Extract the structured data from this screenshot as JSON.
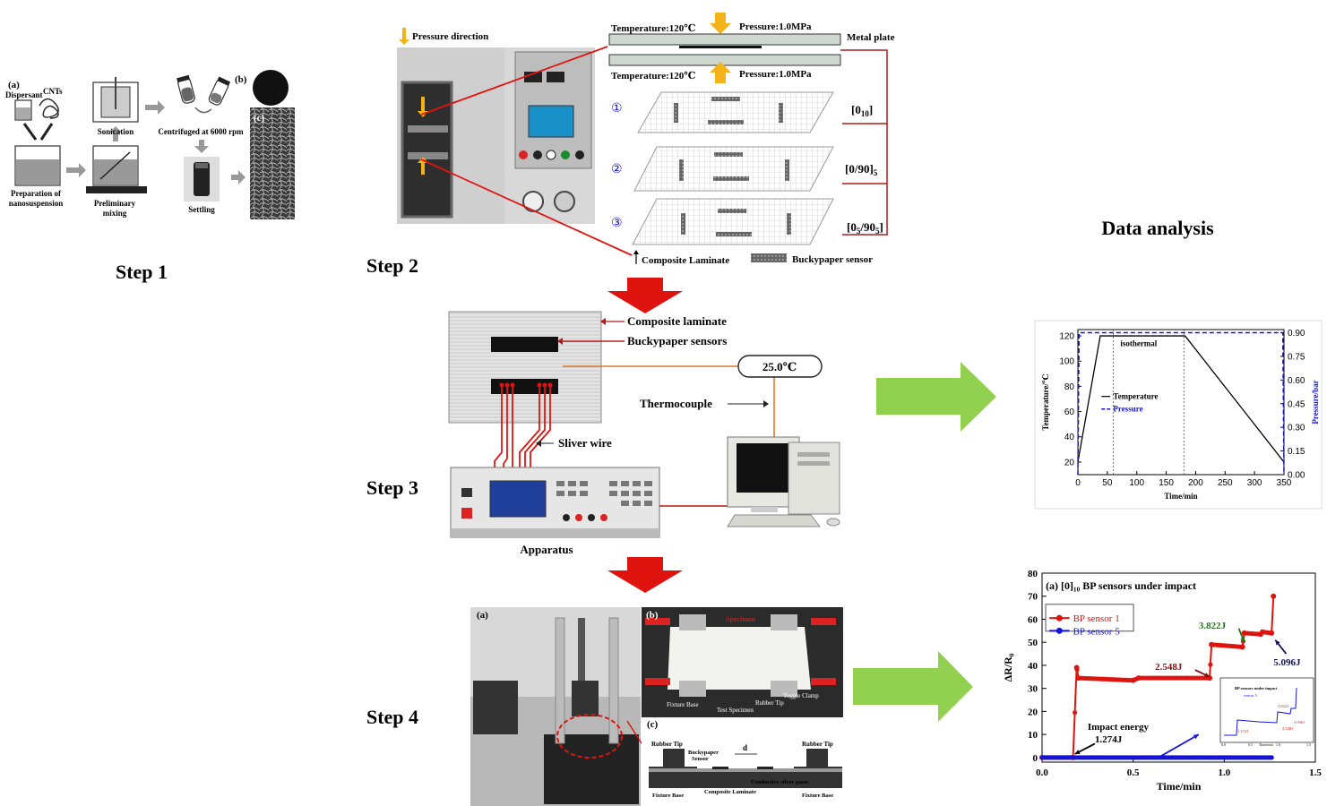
{
  "colors": {
    "red": "#e0140f",
    "dark_red": "#b01b1b",
    "green_arrow": "#92d050",
    "pressure_arrow": "#f5b31a",
    "blue": "#1414d8",
    "green_label": "#1e7a14",
    "dark_red_label": "#7a1010",
    "navy_label": "#12125a",
    "gray_panel": "#a8a8a8"
  },
  "steps": {
    "s1": "Step 1",
    "s2": "Step 2",
    "s3": "Step 3",
    "s4": "Step 4",
    "data_analysis": "Data analysis"
  },
  "step1": {
    "a": "(a)",
    "b": "(b)",
    "c": "(c)",
    "dispersant": "Dispersant",
    "cnts": "CNTs",
    "sonication": "Sonication",
    "centrifuged": "Centrifuged at 6000 rpm",
    "prep1": "Preparation of",
    "prep2": "nanosuspension",
    "mix1": "Preliminary",
    "mix2": "mixing",
    "settling": "Settling"
  },
  "step2": {
    "pressure_direction": "Pressure direction",
    "temp_top": "Temperature:120℃",
    "pressure_top": "Pressure:1.0MPa",
    "metal_plate": "Metal plate",
    "temp_bottom": "Temperature:120℃",
    "pressure_bottom": "Pressure:1.0MPa",
    "n1": "①",
    "n2": "②",
    "n3": "③",
    "lay1": "[0",
    "lay1_sub": "10",
    "lay1_end": "]",
    "lay2": "[0/90]",
    "lay2_sub": "5",
    "lay3": "[0",
    "lay3_sub1": "5",
    "lay3_mid": "/90",
    "lay3_sub2": "5",
    "lay3_end": "]",
    "composite_laminate": "Composite Laminate",
    "buckypaper_sensor": "Buckypaper sensor"
  },
  "step3": {
    "composite_laminate": "Composite laminate",
    "buckypaper_sensors": "Buckypaper sensors",
    "temperature": "25.0℃",
    "thermocouple": "Thermocouple",
    "sliver_wire": "Sliver wire",
    "apparatus": "Apparatus"
  },
  "step4": {
    "a": "(a)",
    "b": "(b)",
    "c": "(c)",
    "specimen": "Specimen",
    "fixture_base": "Fixture Base",
    "test_specimen": "Test Specimen",
    "rubber_tip": "Rubber Tip",
    "toggle_clamp": "Toggle Clamp",
    "rubber_tip_l": "Rubber Tip",
    "rubber_tip_r": "Rubber Tip",
    "bp_sensor1": "Buckypaper",
    "bp_sensor2": "Sensor",
    "d": "d",
    "silver_paste": "Conductive silver paste",
    "composite_laminate": "Composite Laminate",
    "fixture_base_l": "Fixture Base",
    "fixture_base_r": "Fixture Base"
  },
  "chart_data": [
    {
      "type": "line",
      "xlabel": "Time/min",
      "ylabel_left": "Temperature/℃",
      "ylabel_right": "Pressure/bar",
      "xlim": [
        0,
        350
      ],
      "ylim_left": [
        10,
        125
      ],
      "ylim_right": [
        0,
        0.92
      ],
      "xticks": [
        "0",
        "50",
        "100",
        "150",
        "200",
        "250",
        "300",
        "350"
      ],
      "yticks_left": [
        "20",
        "40",
        "60",
        "80",
        "100",
        "120"
      ],
      "yticks_right": [
        "0.00",
        "0.15",
        "0.30",
        "0.45",
        "0.60",
        "0.75",
        "0.90"
      ],
      "annotation": "isothermal",
      "vlines": [
        60,
        180
      ],
      "legend": [
        "Temperature",
        "Pressure"
      ],
      "series": [
        {
          "name": "Temperature",
          "x": [
            0,
            38,
            60,
            180,
            182,
            350
          ],
          "y": [
            20,
            120,
            120,
            120,
            120,
            20
          ]
        },
        {
          "name": "Pressure",
          "x": [
            0,
            2,
            348,
            350
          ],
          "y": [
            0.0,
            0.9,
            0.9,
            0.0
          ]
        }
      ]
    },
    {
      "type": "line",
      "title": "(a) [0]₁₀ BP sensors under impact",
      "xlabel": "Time/min",
      "ylabel": "ΔR/R₀",
      "xlim": [
        0,
        1.5
      ],
      "ylim": [
        -2,
        80
      ],
      "xticks": [
        "0.0",
        "0.5",
        "1.0",
        "1.5"
      ],
      "yticks": [
        "0",
        "10",
        "20",
        "30",
        "40",
        "50",
        "60",
        "70",
        "80"
      ],
      "legend": [
        "BP sensor 1",
        "BP sensor 5"
      ],
      "annotations": [
        "Impact energy",
        "1.274J",
        "2.548J",
        "3.822J",
        "5.096J"
      ],
      "series": [
        {
          "name": "BP sensor 1",
          "x": [
            0,
            0.17,
            0.19,
            0.2,
            0.5,
            0.53,
            0.92,
            0.93,
            1.1,
            1.11,
            1.2,
            1.21,
            1.26,
            1.27
          ],
          "y": [
            0,
            0,
            39,
            34.5,
            33.5,
            34.5,
            34.5,
            49,
            48,
            54,
            53.5,
            54.5,
            54,
            70
          ]
        },
        {
          "name": "BP sensor 5",
          "x": [
            0,
            1.27
          ],
          "y": [
            0,
            0
          ]
        }
      ],
      "inset": {
        "title": "BP sensors under impact",
        "legend": "sensor 5",
        "labels": [
          "1.274J",
          "2.548J",
          "3.822J",
          "5.096J"
        ],
        "xlabel": "Time/min",
        "xticks": [
          "0.0",
          "0.5",
          "1.0",
          "1.5"
        ]
      }
    }
  ]
}
